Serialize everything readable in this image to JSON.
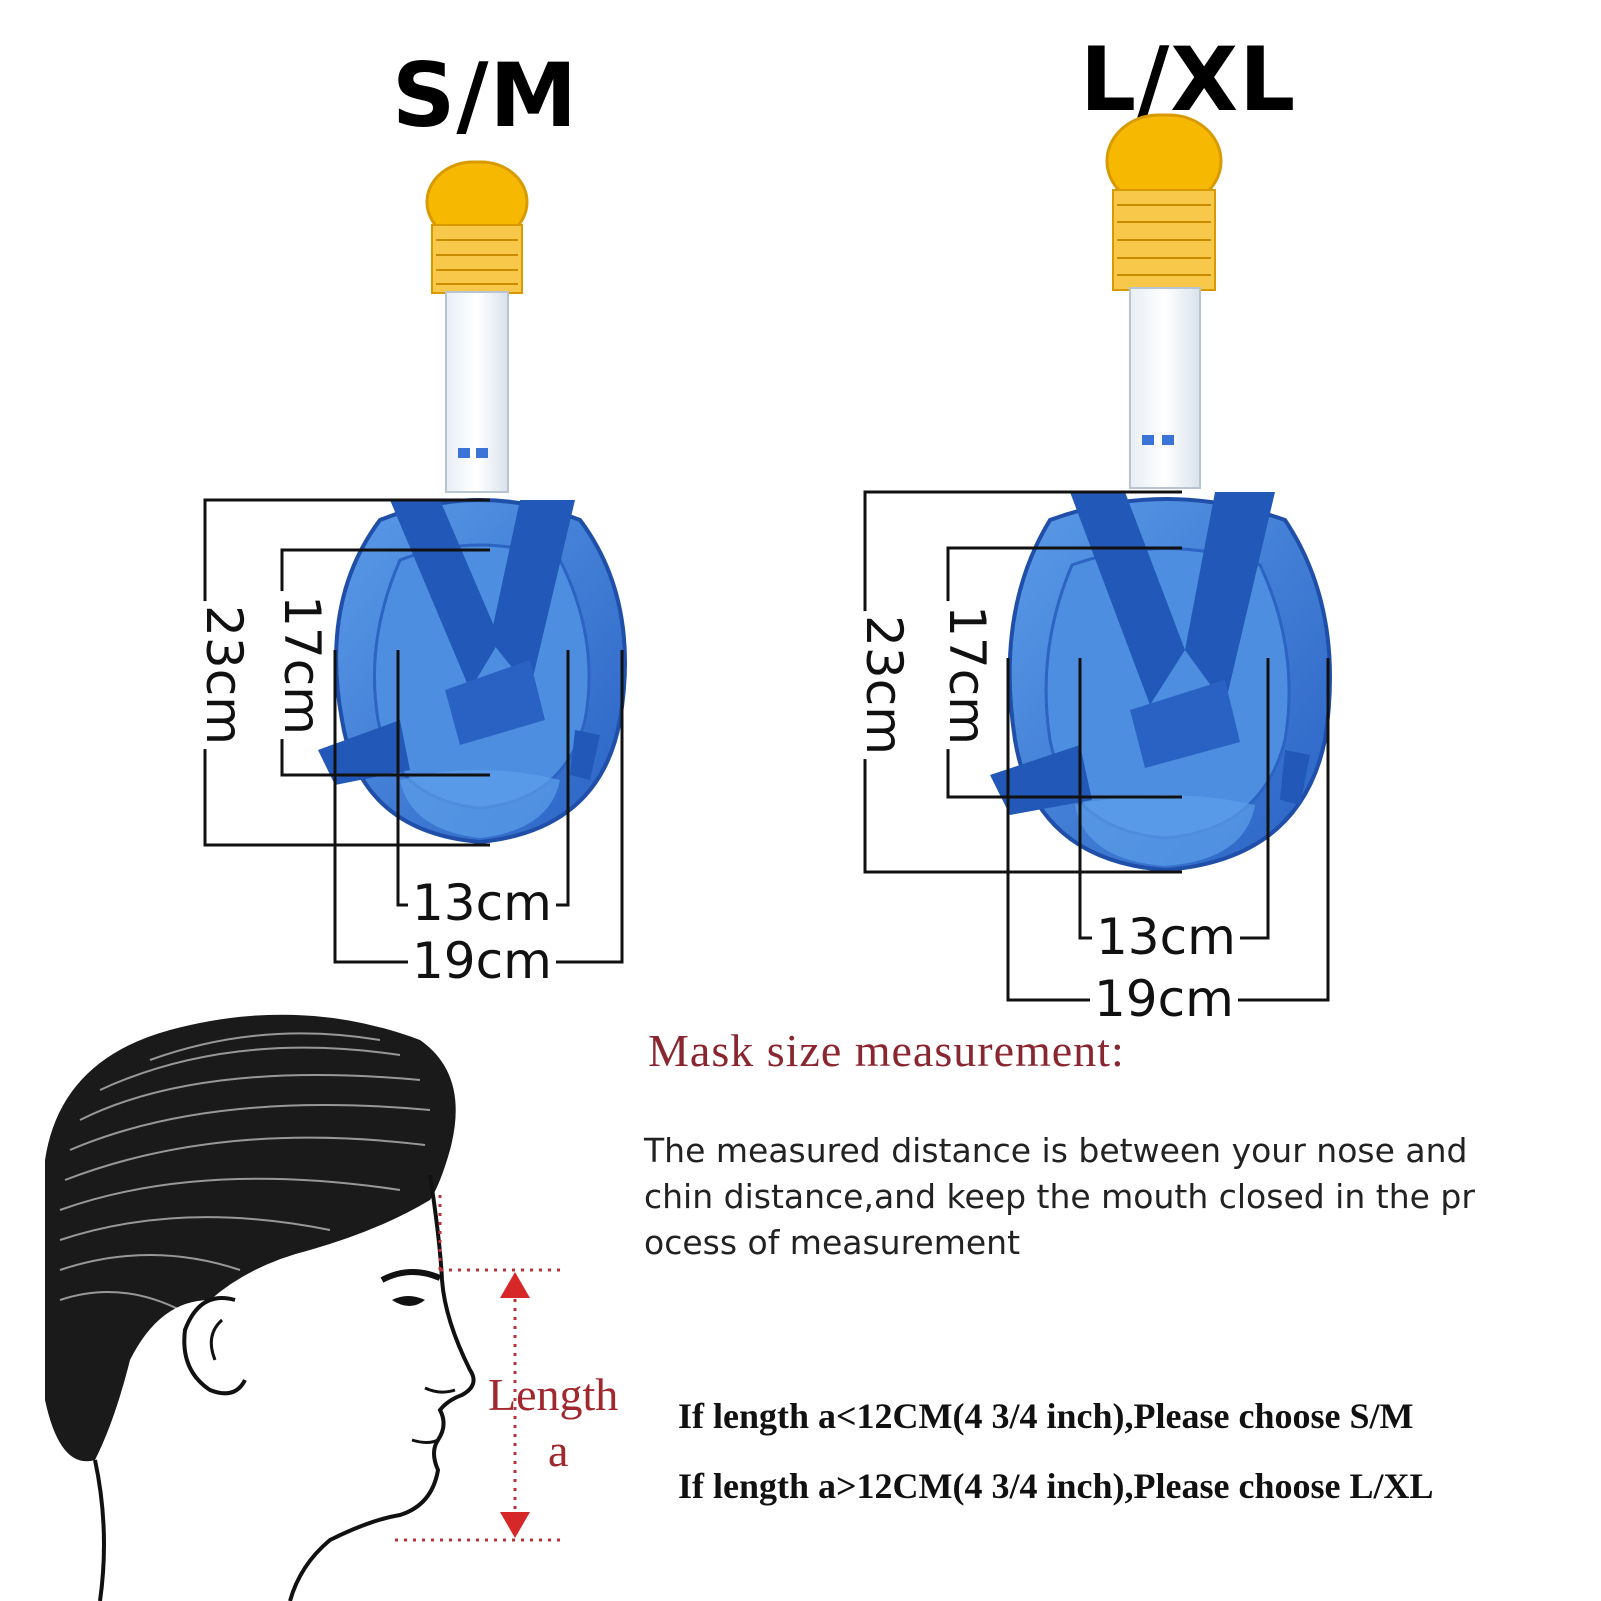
{
  "sizes": {
    "small": {
      "label": "S/M",
      "height_outer": "23cm",
      "height_inner": "17cm",
      "width_inner": "13cm",
      "width_outer": "19cm"
    },
    "large": {
      "label": "L/XL",
      "height_outer": "23cm",
      "height_inner": "17cm",
      "width_inner": "13cm",
      "width_outer": "19cm"
    }
  },
  "measurement": {
    "heading": "Mask size measurement:",
    "description_lines": [
      "The measured distance is between your nose and",
      "chin distance,and keep the mouth closed in the pr",
      "ocess of measurement"
    ],
    "length_word": "Length",
    "length_var": "a",
    "rules": [
      "If length a<12CM(4 3/4 inch),Please choose S/M",
      "If length a>12CM(4 3/4 inch),Please choose L/XL"
    ]
  },
  "colors": {
    "mask_blue": "#2f6fd0",
    "strap_blue": "#2258b8",
    "snorkel_cap": "#f5b400",
    "heading_red": "#8a2630",
    "arrow_red": "#d62828"
  }
}
